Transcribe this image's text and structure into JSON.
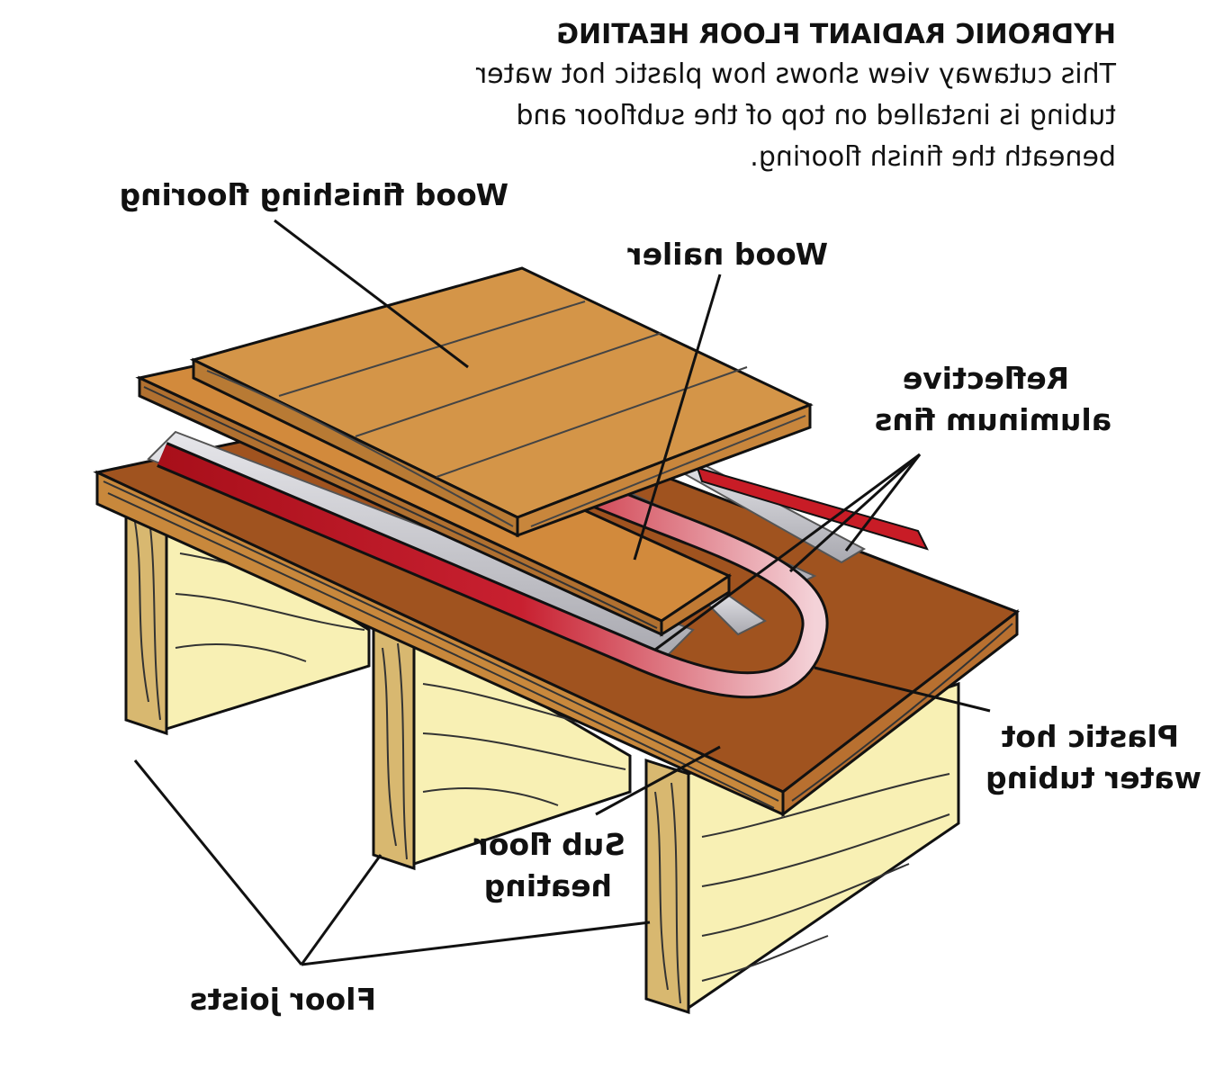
{
  "title": "HYDRONIC RADIANT FLOOR HEATING",
  "description": [
    "This cutaway view shows how plastic hot water",
    "tubing is installed on top of the subfloor and",
    "beneath the finish flooring."
  ],
  "labels": {
    "wood_finishing_flooring": "Wood finishing flooring",
    "wood_nailer": "Wood nailer",
    "reflective_fins": [
      "Reflective",
      "aluminum fins"
    ],
    "plastic_tubing": [
      "Plastic hot",
      "water tubing"
    ],
    "sub_floor": [
      "Sub floor",
      "heating"
    ],
    "floor_joists": "Floor joists"
  },
  "colors": {
    "joist": "#f8f0b4",
    "subfloor": "#a0531f",
    "nailer": "#d28a3c",
    "finish_floor": "#d49548",
    "fin": "#c8c8cc",
    "tubing_hot": "#b3121c",
    "tubing_cool": "#f2c6ce",
    "ink": "#111111"
  },
  "text_is_mirrored": true
}
